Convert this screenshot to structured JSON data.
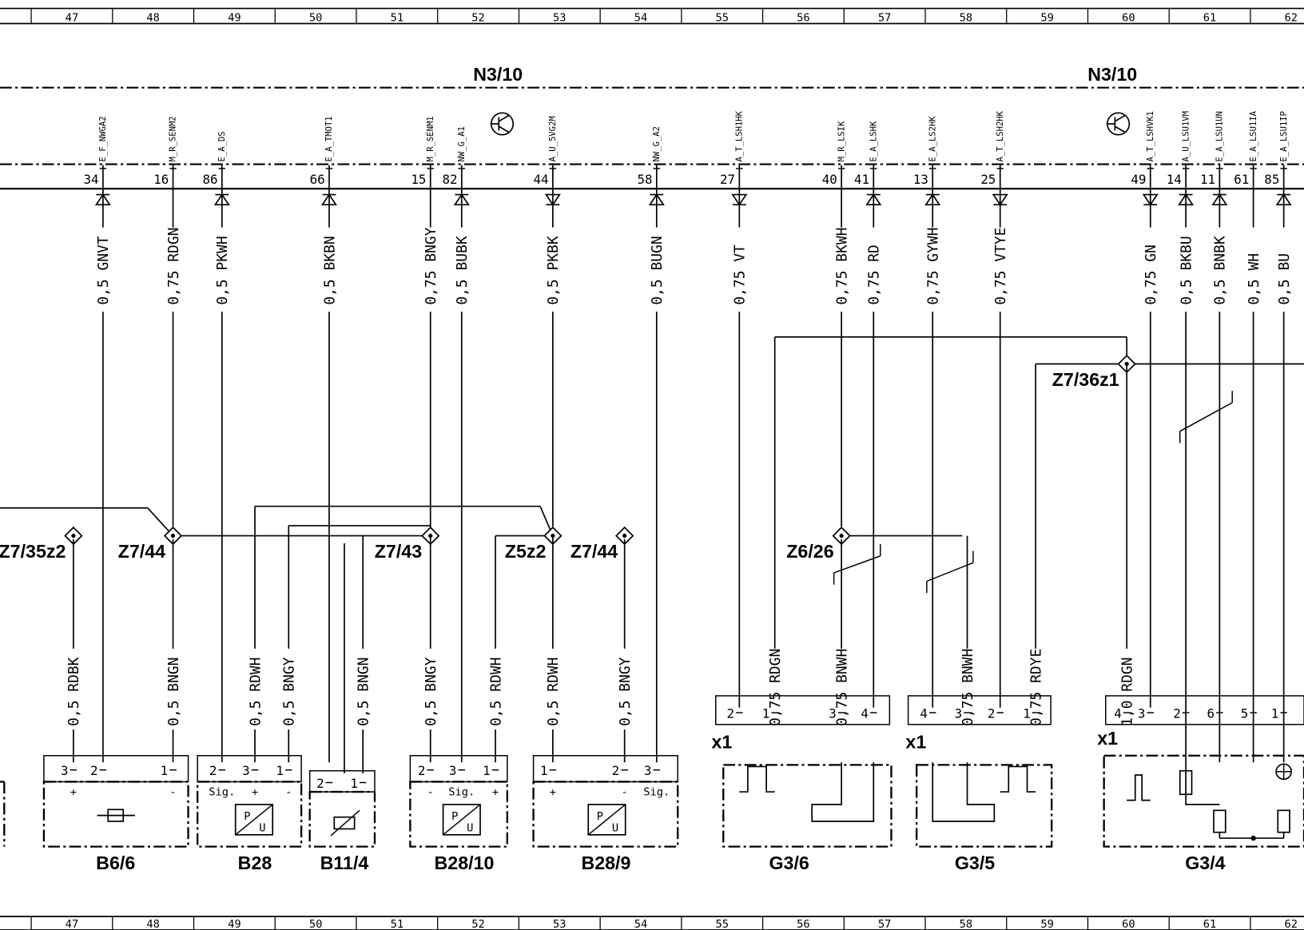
{
  "columns": [
    "47",
    "48",
    "49",
    "50",
    "51",
    "52",
    "53",
    "54",
    "55",
    "56",
    "57",
    "58",
    "59",
    "60",
    "61",
    "62"
  ],
  "module_label": "N3/10",
  "connector_x1": "x1",
  "pins": [
    {
      "pin": "34",
      "signal": "E_F_NWGA2",
      "wire": "0,5 GNVT",
      "dir": "in"
    },
    {
      "pin": "16",
      "signal": "M_R_SENM2",
      "wire": "0,75 RDGN",
      "dir": "none"
    },
    {
      "pin": "86",
      "signal": "E_A_DS",
      "wire": "0,5 PKWH",
      "dir": "in"
    },
    {
      "pin": "66",
      "signal": "E_A_TMOT1",
      "wire": "0,5 BKBN",
      "dir": "in"
    },
    {
      "pin": "15",
      "signal": "M_R_SENM1",
      "wire": "0,75 BNGY",
      "dir": "none"
    },
    {
      "pin": "82",
      "signal": "NW_G_A1",
      "wire": "0,5 BUBK",
      "dir": "in"
    },
    {
      "pin": "44",
      "signal": "A_U_5VG2M",
      "wire": "0,5 PKBK",
      "dir": "out"
    },
    {
      "pin": "58",
      "signal": "NW_G_A2",
      "wire": "0,5 BUGN",
      "dir": "in"
    },
    {
      "pin": "27",
      "signal": "A_T_LSH1HK",
      "wire": "0,75 VT",
      "dir": "out"
    },
    {
      "pin": "40",
      "signal": "M_R_LSIK",
      "wire": "0,75 BKWH",
      "dir": "none"
    },
    {
      "pin": "41",
      "signal": "E_A_LSHK",
      "wire": "0,75 RD",
      "dir": "in"
    },
    {
      "pin": "13",
      "signal": "E_A_LS2HK",
      "wire": "0,75 GYWH",
      "dir": "in"
    },
    {
      "pin": "25",
      "signal": "A_T_LSH2HK",
      "wire": "0,75 VTYE",
      "dir": "out"
    },
    {
      "pin": "49",
      "signal": "A_T_LSHVK1",
      "wire": "0,75 GN",
      "dir": "out"
    },
    {
      "pin": "14",
      "signal": "A_U_LSU1VM",
      "wire": "0,5 BKBU",
      "dir": "in"
    },
    {
      "pin": "11",
      "signal": "E_A_LSU1UN",
      "wire": "0,5 BNBK",
      "dir": "in"
    },
    {
      "pin": "61",
      "signal": "E_A_LSU1IA",
      "wire": "0,5 WH",
      "dir": "none"
    },
    {
      "pin": "85",
      "signal": "E_A_LSU1IP",
      "wire": "0,5 BU",
      "dir": "in"
    }
  ],
  "splices": [
    "Z7/35z2",
    "Z7/44",
    "Z7/43",
    "Z5z2",
    "Z7/44",
    "Z6/26",
    "Z7/36z1"
  ],
  "lower_wires": [
    "0,5 RDBK",
    "0,5 BNGN",
    "0,5 RDWH",
    "0,5 BNGY",
    "0,5 BNGN",
    "0,5 BNGY",
    "0,5 RDWH",
    "0,5 RDWH",
    "0,5 BNGY",
    "0,75 RDGN",
    "0,75 BNWH",
    "0,75 BNWH",
    "0,75 RDYE",
    "1,0 RDGN"
  ],
  "components": [
    "B6/6",
    "B28",
    "B11/4",
    "B28/10",
    "B28/9",
    "G3/6",
    "G3/5",
    "G3/4"
  ],
  "comp_pins": {
    "B6/6": [
      "3",
      "2",
      "1"
    ],
    "B28": [
      "2",
      "3",
      "1"
    ],
    "B11/4": [
      "2",
      "1"
    ],
    "B28/10": [
      "2",
      "3",
      "1"
    ],
    "B28/9": [
      "1",
      "2",
      "3"
    ],
    "G3/6": [
      "2",
      "1",
      "3",
      "4"
    ],
    "G3/5": [
      "4",
      "3",
      "2",
      "1"
    ],
    "G3/4": [
      "4",
      "3",
      "2",
      "6",
      "5",
      "1"
    ]
  },
  "comp_marks": {
    "B6/6": [
      "+",
      "-"
    ],
    "B28": [
      "Sig.",
      "+",
      "-"
    ],
    "B28/10": [
      "-",
      "Sig.",
      "+"
    ],
    "B28/9": [
      "+",
      "-",
      "Sig."
    ]
  },
  "pu_label": [
    "P",
    "U"
  ]
}
